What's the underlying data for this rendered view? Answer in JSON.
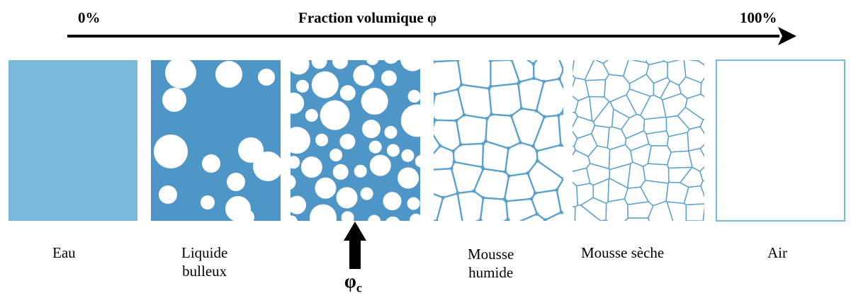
{
  "axis": {
    "start_label": "0%",
    "title": "Fraction volumique φ",
    "end_label": "100%"
  },
  "colors": {
    "water": "#7ab8dc",
    "liquid": "#4f96c8",
    "film": "#5aa0cf",
    "bubble": "#ffffff",
    "arrow": "#000000"
  },
  "panels": [
    {
      "id": "eau",
      "lines": [
        "Eau"
      ]
    },
    {
      "id": "liquide-bulleux",
      "lines": [
        "Liquide",
        "bulleux"
      ]
    },
    {
      "id": "bulles-compactes",
      "lines": []
    },
    {
      "id": "mousse-humide",
      "lines": [
        "Mousse",
        "humide"
      ]
    },
    {
      "id": "mousse-seche",
      "lines": [
        "Mousse sèche"
      ]
    },
    {
      "id": "air",
      "lines": [
        "Air"
      ]
    }
  ],
  "critical": {
    "symbol": "φ",
    "subscript": "c"
  }
}
